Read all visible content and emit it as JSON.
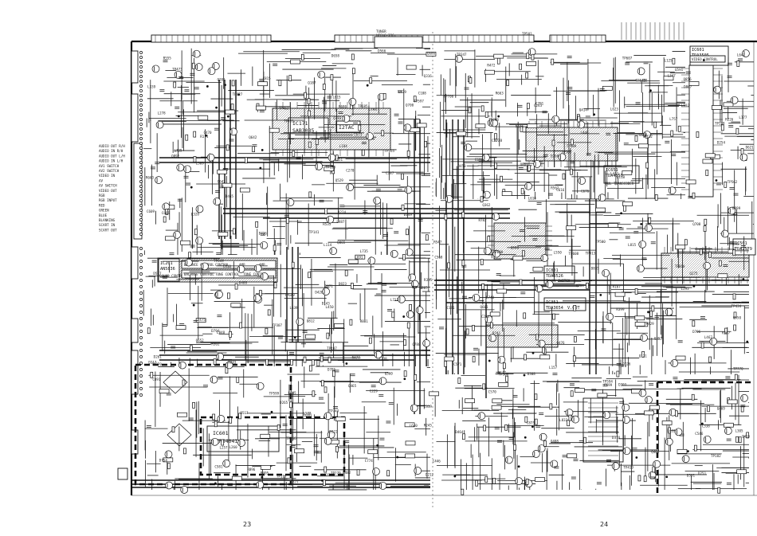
{
  "top_labels": {
    "tuner": "TUNER",
    "tuner_model": "UF6L6-236",
    "tp_label": "TP501"
  },
  "ics": [
    {
      "ref": "IC171",
      "part": "SAB3035",
      "extra": "I2TAC"
    },
    {
      "ref": "IC201",
      "part": "AN5836",
      "extra": "SOUND CONTROL"
    },
    {
      "ref": "IC601",
      "part": "STR54041-M",
      "extra": ""
    },
    {
      "ref": "IC601",
      "part": "TDA3505",
      "extra": "VIDEO CONTROL"
    },
    {
      "ref": "IC651",
      "part": "TDA4555",
      "extra": ""
    },
    {
      "ref": "IC801",
      "part": "TDA3526",
      "extra": ""
    },
    {
      "ref": "IC501",
      "part": "TDA2579",
      "extra": ""
    },
    {
      "ref": "IC351",
      "part": "TDA3654",
      "extra": "V.OUT"
    }
  ],
  "sound_rows": {
    "r1": [
      "BALANCE CONTROL",
      "CONTROL",
      "AMP",
      "AMP"
    ],
    "r2": [
      "BALANCE CONTROL",
      "TONE CONTROL",
      "TONE CONTROL"
    ]
  },
  "left_connector_labels": [
    "AUDIO OUT R/H",
    "AUDIO IN R/H",
    "AUDIO OUT L/H",
    "AUDIO IN L/H",
    "AV1 SWITCH",
    "AV2 SWITCH",
    "VIDEO IN",
    "AV",
    "AV SWITCH",
    "VIDEO OUT",
    "RGB",
    "RGB INPUT",
    "RED",
    "GREEN",
    "BLUE",
    "BLANKING",
    "SCART IN",
    "SCART OUT"
  ],
  "misc": {
    "tv_av_switch": "TV/AV SWITCH",
    "mul_transcoder": "MUL TRANSCODER"
  },
  "page_numbers": {
    "left": "23",
    "right": "24"
  }
}
